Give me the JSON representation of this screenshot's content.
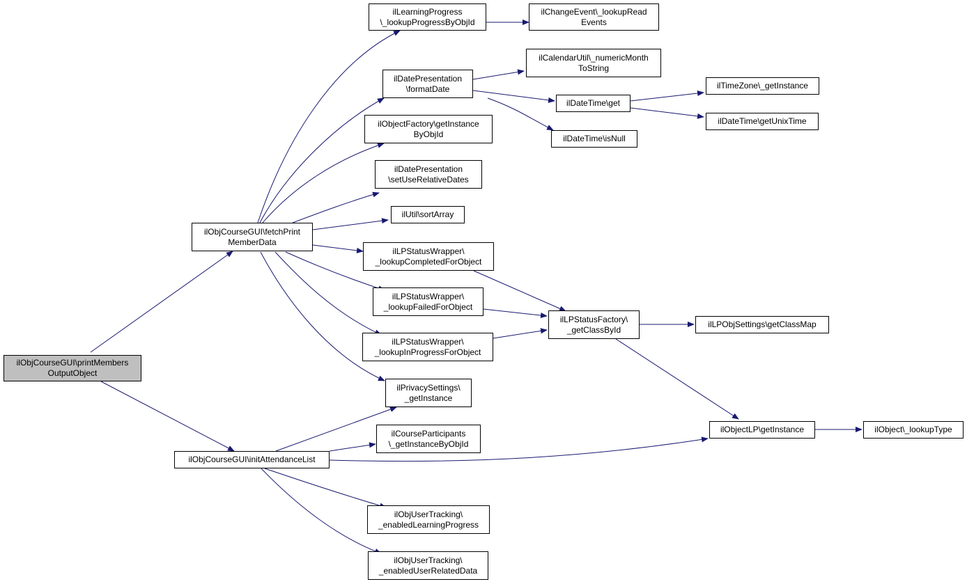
{
  "colors": {
    "edge": "#191970",
    "root_fill": "#bfbfbf",
    "node_fill": "#ffffff",
    "border": "#000000"
  },
  "nodes": {
    "root": {
      "l1": "ilObjCourseGUI\\printMembers",
      "l2": "OutputObject"
    },
    "fetch": {
      "l1": "ilObjCourseGUI\\fetchPrint",
      "l2": "MemberData"
    },
    "initatt": {
      "l1": "ilObjCourseGUI\\initAttendanceList"
    },
    "lookupprog": {
      "l1": "ilLearningProgress",
      "l2": "\\_lookupProgressByObjId"
    },
    "changeevent": {
      "l1": "ilChangeEvent\\_lookupRead",
      "l2": "Events"
    },
    "formatdate": {
      "l1": "ilDatePresentation",
      "l2": "\\formatDate"
    },
    "calutil": {
      "l1": "ilCalendarUtil\\_numericMonth",
      "l2": "ToString"
    },
    "dtget": {
      "l1": "ilDateTime\\get"
    },
    "tzinst": {
      "l1": "ilTimeZone\\_getInstance"
    },
    "unixtime": {
      "l1": "ilDateTime\\getUnixTime"
    },
    "isnull": {
      "l1": "ilDateTime\\isNull"
    },
    "objfactory": {
      "l1": "ilObjectFactory\\getInstance",
      "l2": "ByObjId"
    },
    "setrel": {
      "l1": "ilDatePresentation",
      "l2": "\\setUseRelativeDates"
    },
    "sortarray": {
      "l1": "ilUtil\\sortArray"
    },
    "lpcompleted": {
      "l1": "ilLPStatusWrapper\\",
      "l2": "_lookupCompletedForObject"
    },
    "lpfailed": {
      "l1": "ilLPStatusWrapper\\",
      "l2": "_lookupFailedForObject"
    },
    "lpinprogress": {
      "l1": "ilLPStatusWrapper\\",
      "l2": "_lookupInProgressForObject"
    },
    "lpfactory": {
      "l1": "ilLPStatusFactory\\",
      "l2": "_getClassById"
    },
    "lpobjsettings": {
      "l1": "ilLPObjSettings\\getClassMap"
    },
    "privacy": {
      "l1": "ilPrivacySettings\\",
      "l2": "_getInstance"
    },
    "courseparts": {
      "l1": "ilCourseParticipants",
      "l2": "\\_getInstanceByObjId"
    },
    "objectlp": {
      "l1": "ilObjectLP\\getInstance"
    },
    "lookuptype": {
      "l1": "ilObject\\_lookupType"
    },
    "usertrackinglp": {
      "l1": "ilObjUserTracking\\",
      "l2": "_enabledLearningProgress"
    },
    "usertrackingdata": {
      "l1": "ilObjUserTracking\\",
      "l2": "_enabledUserRelatedData"
    }
  }
}
